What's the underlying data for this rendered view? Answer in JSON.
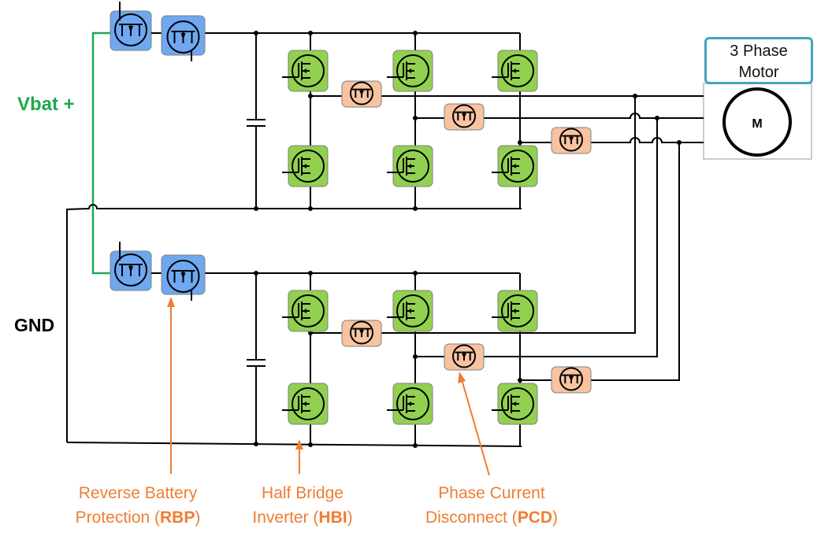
{
  "supply": {
    "vbat_label": "Vbat +",
    "gnd_label": "GND"
  },
  "motor": {
    "title_line1": "3 Phase",
    "title_line2": "Motor",
    "symbol": "M"
  },
  "callouts": {
    "rbp": {
      "line1": "Reverse Battery",
      "line2_prefix": "Protection (",
      "abbr": "RBP",
      "line2_suffix": ")"
    },
    "hbi": {
      "line1": "Half Bridge",
      "line2_prefix": "Inverter  (",
      "abbr": "HBI",
      "line2_suffix": ")"
    },
    "pcd": {
      "line1": "Phase Current",
      "line2_prefix": "Disconnect (",
      "abbr": "PCD",
      "line2_suffix": ")"
    }
  },
  "colors": {
    "rbp_fill": "#6fa8f0",
    "hbi_fill": "#92d050",
    "pcd_fill": "#f7c3a0",
    "vbat_wire": "#1fa84f",
    "callout": "#ef7d31",
    "motor_border": "#44a3bf"
  },
  "diagram": {
    "inverters": 2,
    "rbp_per_inverter": 2,
    "hbi_switches_per_inverter": 6,
    "pcd_switches_per_inverter": 3,
    "motor_phases": 3
  }
}
